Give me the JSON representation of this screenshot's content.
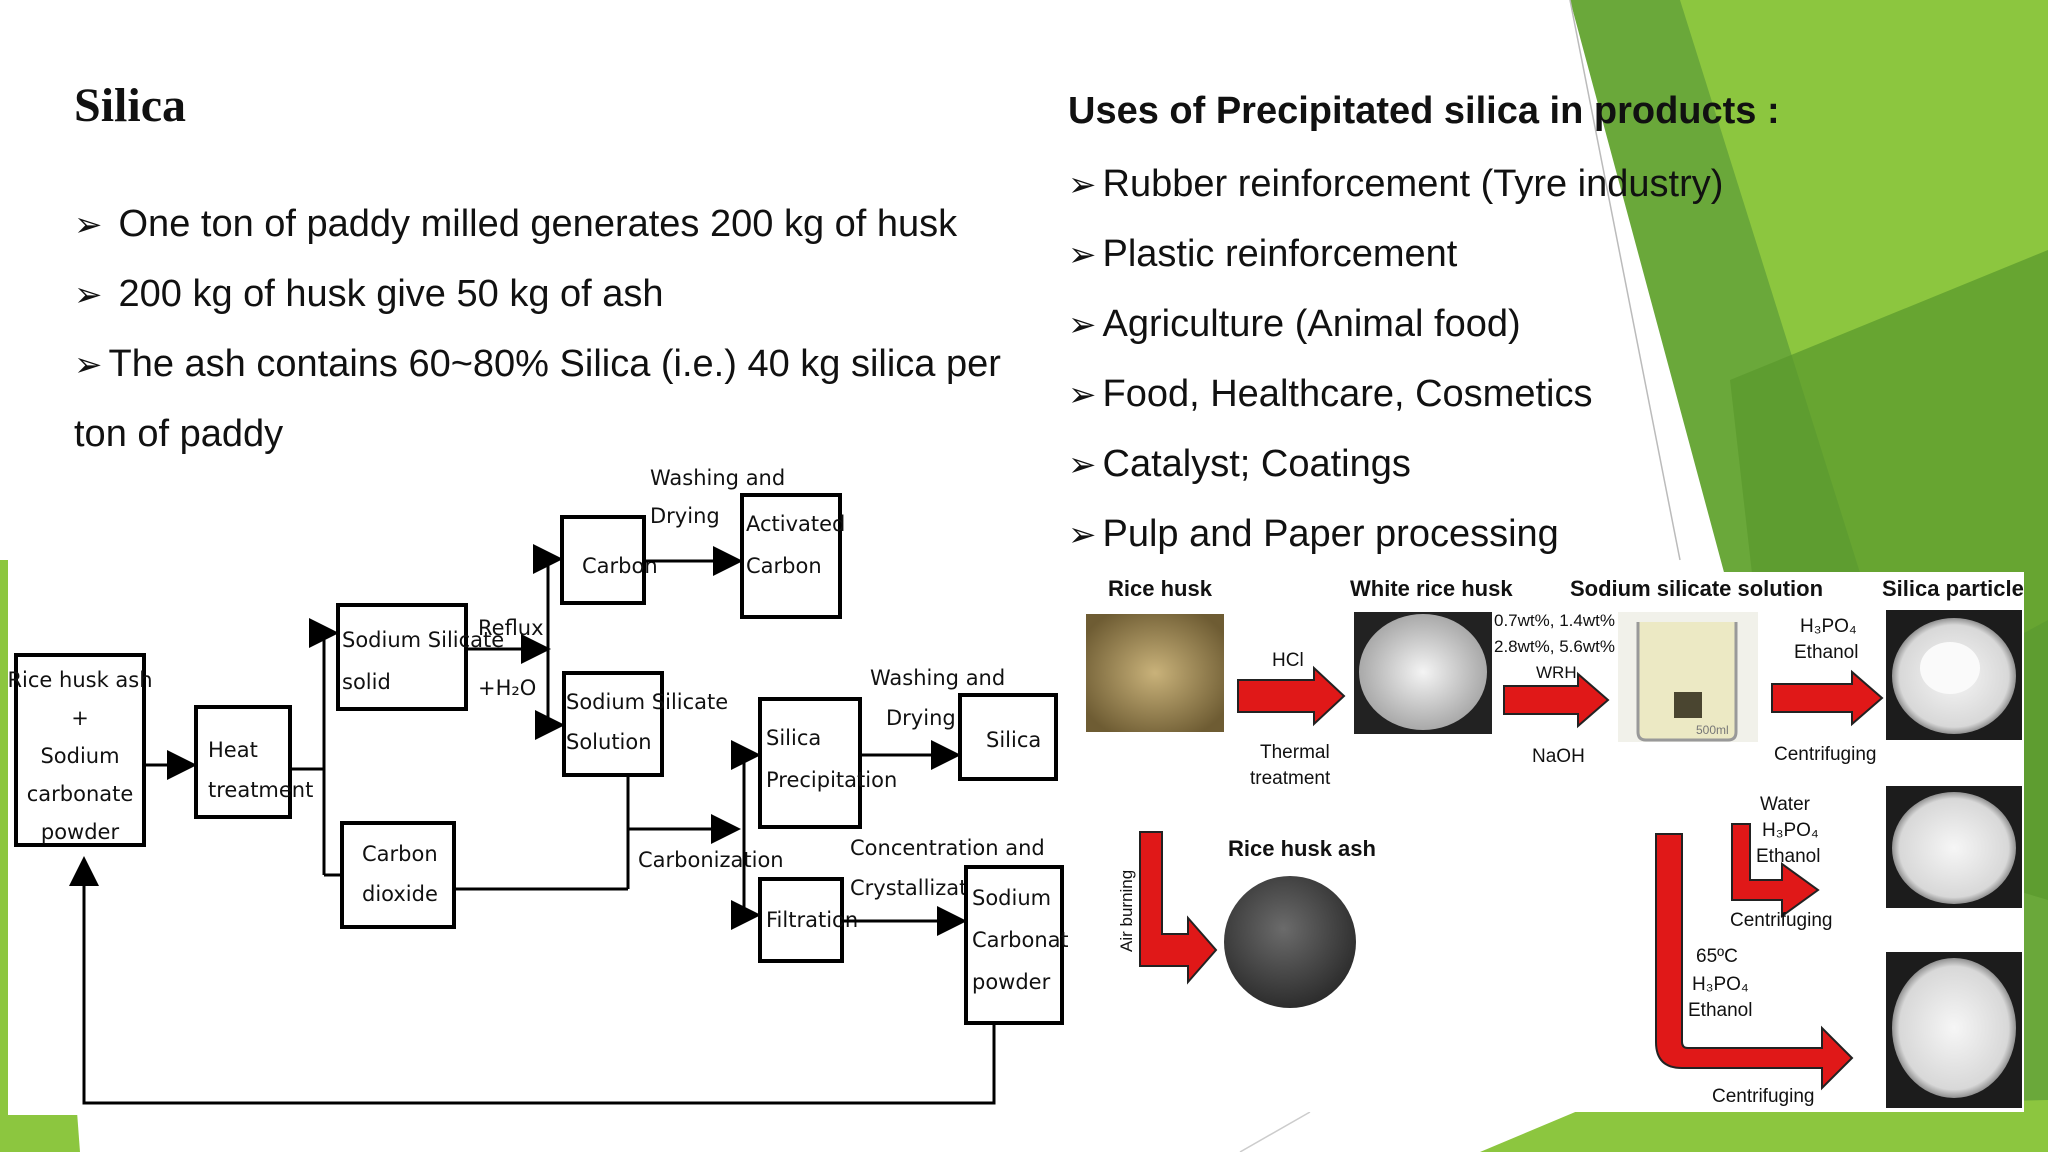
{
  "slide": {
    "title": "Silica",
    "bullets": [
      "One ton of paddy milled generates 200 kg of husk",
      "200 kg of husk give 50 kg of ash",
      "The ash contains 60~80% Silica (i.e.) 40 kg silica per",
      "ton of paddy"
    ],
    "uses_title": "Uses of Precipitated silica in products :",
    "uses": [
      "Rubber reinforcement (Tyre industry)",
      "Plastic reinforcement",
      "Agriculture (Animal food)",
      "Food, Healthcare, Cosmetics",
      "Catalyst; Coatings",
      "Pulp and Paper processing"
    ],
    "bullet_glyph": "➢",
    "accent_greens": [
      "#8cc63f",
      "#6aa83a",
      "#4e8c2a",
      "#b5d96a"
    ]
  },
  "flowchart": {
    "start": [
      "Rice husk ash",
      "+",
      "Sodium",
      "carbonate",
      "powder"
    ],
    "heat": [
      "Heat",
      "treatment"
    ],
    "sodium_silicate_solid": [
      "Sodium Silicate",
      "solid"
    ],
    "carbon_dioxide": [
      "Carbon",
      "dioxide"
    ],
    "reflux": "Reflux",
    "h2o": "+H₂O",
    "carbon": "Carbon",
    "washing1": [
      "Washing and",
      "Drying"
    ],
    "activated_carbon": [
      "Activated",
      "Carbon"
    ],
    "ss_solution": [
      "Sodium Silicate",
      "Solution"
    ],
    "carbonization": "Carbonization",
    "precipitation": [
      "Silica",
      "Precipitation"
    ],
    "washing2": [
      "Washing and",
      "Drying"
    ],
    "silica": "Silica",
    "filtration": "Filtration",
    "concentration": [
      "Concentration and",
      "Crystallization"
    ],
    "sodium_carbonate": [
      "Sodium",
      "Carbonate",
      "powder"
    ]
  },
  "process": {
    "rice_husk": "Rice husk",
    "white_rice_husk": "White rice husk",
    "sodium_silicate_solution": "Sodium silicate solution",
    "silica_particles": "Silica particles",
    "hcl": "HCl",
    "thermal": [
      "Thermal",
      "treatment"
    ],
    "concentrations": [
      "0.7wt%, 1.4wt%",
      "2.8wt%, 5.6wt%",
      "WRH"
    ],
    "naoh": "NaOH",
    "h3po4_ethanol": [
      "H₃PO₄",
      "Ethanol"
    ],
    "centrifuging": "Centrifuging",
    "beaker_label": "500ml",
    "air_burning": "Air burning",
    "rice_husk_ash": "Rice husk ash",
    "water_h3po4_ethanol": [
      "Water",
      "H₃PO₄",
      "Ethanol"
    ],
    "temp_h3po4_ethanol": [
      "65ºC",
      "H₃PO₄",
      "Ethanol"
    ]
  }
}
